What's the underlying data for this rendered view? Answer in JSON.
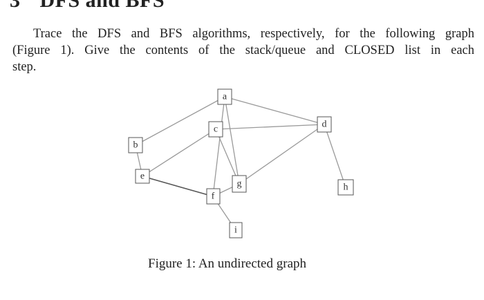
{
  "section": {
    "number": "3",
    "title": "DFS and BFS"
  },
  "paragraph": {
    "line1": "Trace the DFS and BFS algorithms, respectively, for the following graph",
    "line2": "(Figure 1). Give the contents of the stack/queue and CLOSED list in each",
    "line3": "step."
  },
  "graph": {
    "nodes": {
      "a": "a",
      "b": "b",
      "c": "c",
      "d": "d",
      "e": "e",
      "f": "f",
      "g": "g",
      "h": "h",
      "i": "i"
    },
    "edges": [
      [
        "a",
        "b"
      ],
      [
        "a",
        "d"
      ],
      [
        "a",
        "f"
      ],
      [
        "a",
        "g"
      ],
      [
        "c",
        "d"
      ],
      [
        "c",
        "e"
      ],
      [
        "c",
        "g"
      ],
      [
        "b",
        "e"
      ],
      [
        "e",
        "f"
      ],
      [
        "d",
        "g"
      ],
      [
        "d",
        "h"
      ],
      [
        "f",
        "g"
      ],
      [
        "f",
        "i"
      ]
    ]
  },
  "caption": "Figure 1: An undirected graph"
}
